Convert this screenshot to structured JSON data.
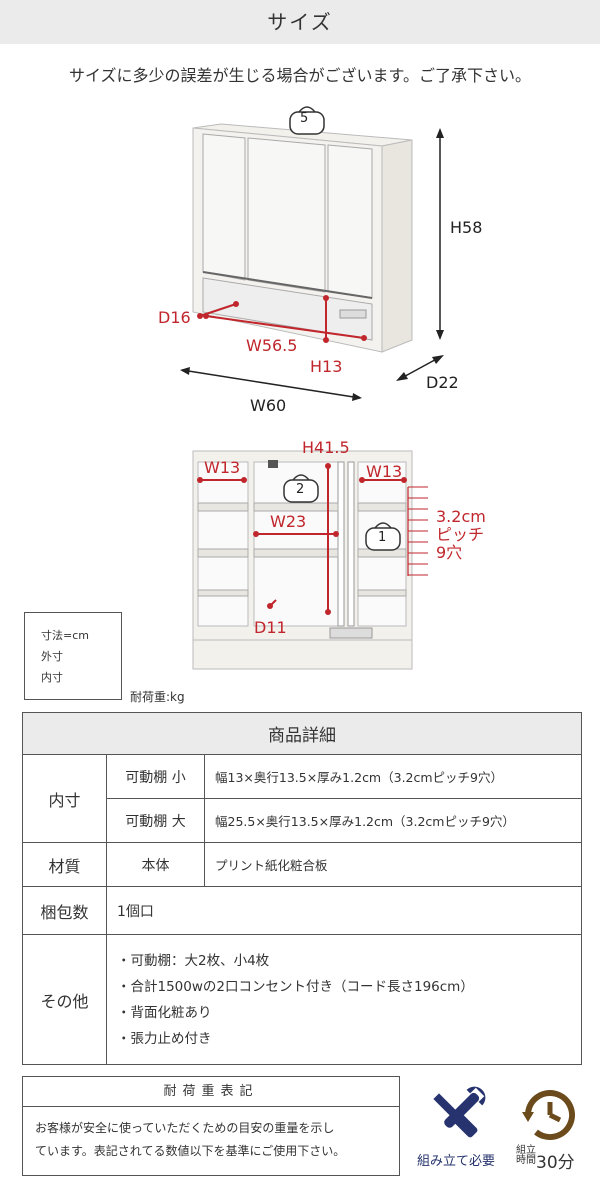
{
  "header": {
    "title": "サイズ"
  },
  "note": "サイズに多少の誤差が生じる場合がございます。ご了承下さい。",
  "diagram_top": {
    "weight_top": "5",
    "h": "H58",
    "d16": "D16",
    "w565": "W56.5",
    "h13": "H13",
    "d22": "D22",
    "w60": "W60"
  },
  "diagram_front": {
    "h415": "H41.5",
    "w13_left": "W13",
    "w13_right": "W13",
    "weight_center": "2",
    "weight_right": "1",
    "w23": "W23",
    "d11": "D11",
    "pitch_1": "3.2cm",
    "pitch_2": "ピッチ",
    "pitch_3": "9穴"
  },
  "legend": {
    "line1": "寸法=cm",
    "line2": "外寸",
    "line3": "内寸"
  },
  "load_unit": "耐荷重:kg",
  "spec": {
    "title": "商品詳細",
    "naisun": "内寸",
    "kadou_small": "可動棚 小",
    "kadou_small_val": "幅13×奥行13.5×厚み1.2cm（3.2cmピッチ9穴）",
    "kadou_large": "可動棚 大",
    "kadou_large_val": "幅25.5×奥行13.5×厚み1.2cm（3.2cmピッチ9穴）",
    "zaishitsu": "材質",
    "hontai": "本体",
    "hontai_val": "プリント紙化粧合板",
    "konpo": "梱包数",
    "konpo_val": "1個口",
    "other": "その他",
    "other_items": [
      "・可動棚：大2枚、小4枚",
      "・合計1500wの2口コンセント付き（コード長さ196cm）",
      "・背面化粧あり",
      "・張力止め付き"
    ]
  },
  "load_box": {
    "title": "耐荷重表記",
    "line1": "お客様が安全に使っていただくための目安の重量を示し",
    "line2": "ています。表記されてる数値以下を基準にご使用下さい。"
  },
  "assembly": {
    "label": "組み立て必要"
  },
  "time": {
    "label_a": "組立",
    "label_b": "時間",
    "minutes": "30分"
  },
  "colors": {
    "red": "#c0262c",
    "navy": "#26336e",
    "brown": "#6b4a1c"
  }
}
